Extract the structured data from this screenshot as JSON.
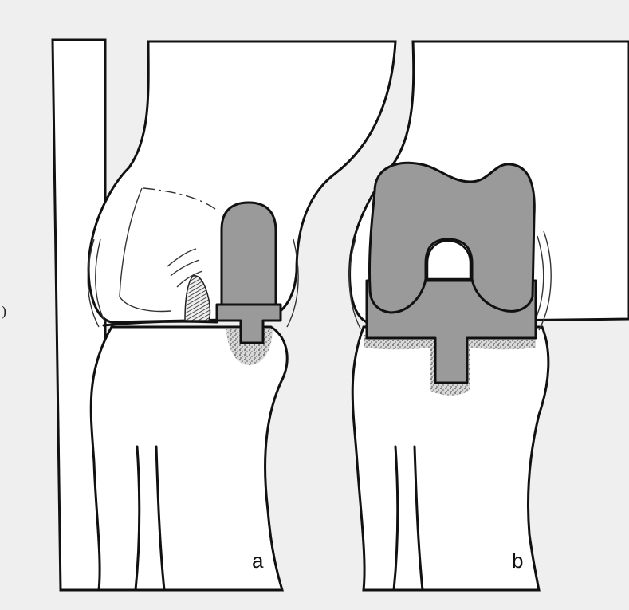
{
  "figure": {
    "panels": [
      {
        "id": "a",
        "label": "a"
      },
      {
        "id": "b",
        "label": "b"
      }
    ],
    "edge_mark": ")",
    "colors": {
      "paper": "#efefef",
      "implant": "#9a9a9a",
      "outline": "#111111"
    }
  }
}
